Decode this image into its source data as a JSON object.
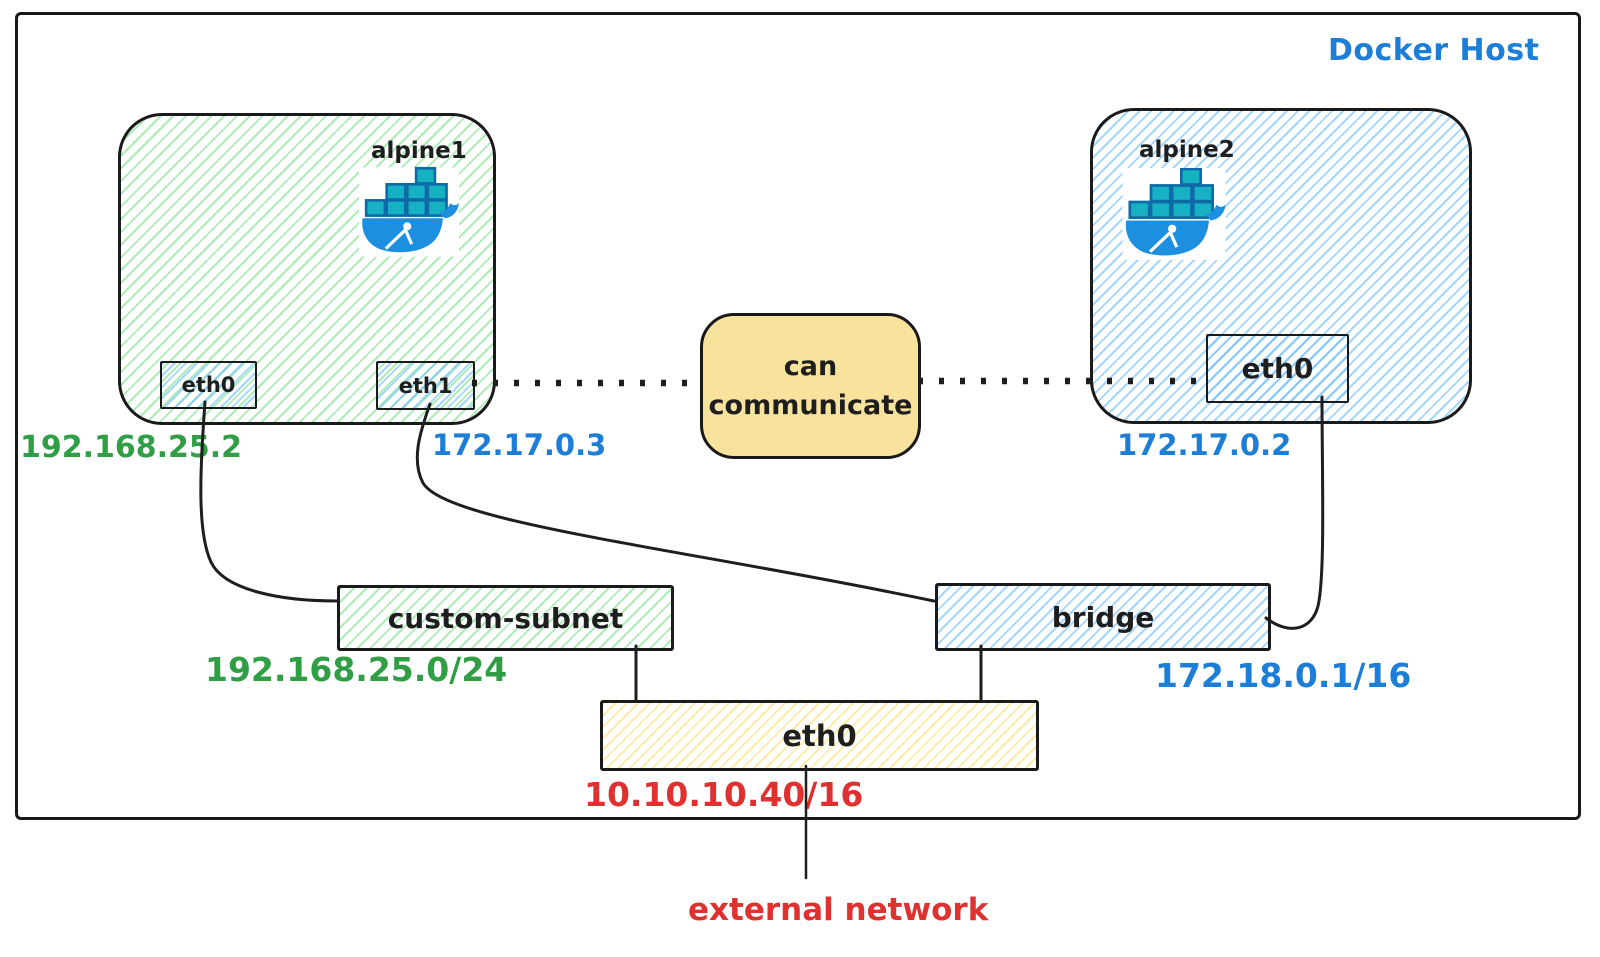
{
  "host": {
    "label": "Docker Host"
  },
  "containers": {
    "alpine1": {
      "name": "alpine1",
      "eth0": {
        "label": "eth0",
        "ip": "192.168.25.2"
      },
      "eth1": {
        "label": "eth1",
        "ip": "172.17.0.3"
      }
    },
    "alpine2": {
      "name": "alpine2",
      "eth0": {
        "label": "eth0",
        "ip": "172.17.0.2"
      }
    }
  },
  "note": {
    "line1": "can",
    "line2": "communicate"
  },
  "networks": {
    "custom_subnet": {
      "label": "custom-subnet",
      "cidr": "192.168.25.0/24"
    },
    "bridge": {
      "label": "bridge",
      "cidr": "172.18.0.1/16"
    }
  },
  "host_nic": {
    "label": "eth0",
    "ip": "10.10.10.40/16"
  },
  "external": {
    "label": "external network"
  },
  "icons": {
    "docker": "docker-whale-icon"
  },
  "colors": {
    "blue_text": "#1c7ed6",
    "green_text": "#2f9e44",
    "red_text": "#e03131",
    "stroke": "#1e1e1e",
    "note_fill": "#f8e39c",
    "green_hatch": "#69db7c",
    "blue_hatch": "#74c0fc",
    "yellow_hatch": "#ffd43b",
    "docker_blue": "#1d8fe1",
    "docker_teal": "#17b1c4"
  }
}
